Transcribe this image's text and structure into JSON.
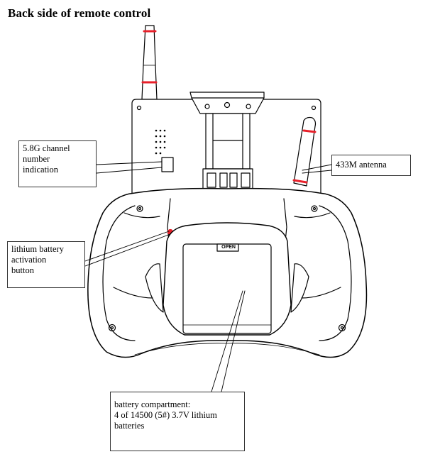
{
  "title": "Back side of remote control",
  "callouts": {
    "channel_indication": "5.8G channel\nnumber\nindication",
    "antenna_433m": "433M antenna",
    "lithium_button": "lithium battery\nactivation\nbutton",
    "battery_compartment": "battery compartment:\n4 of 14500 (5#) 3.7V lithium\nbatteries"
  },
  "labels": {
    "open_tab": "OPEN"
  },
  "colors": {
    "line": "#000000",
    "accent_red": "#e8202a",
    "background": "#ffffff"
  }
}
